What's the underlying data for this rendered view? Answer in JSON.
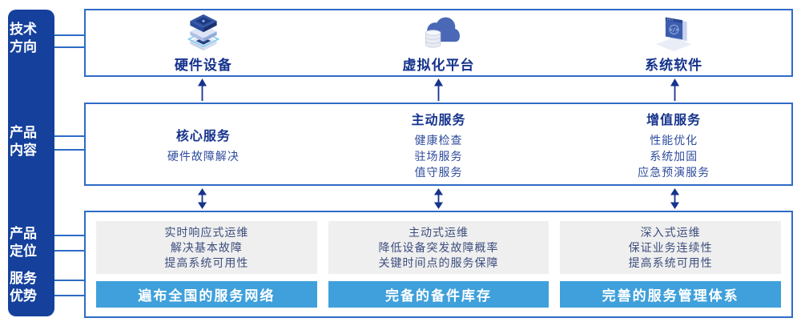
{
  "colors": {
    "sidebar_bg": "#15419C",
    "box_border": "#2E6BC5",
    "heading_text": "#15338C",
    "body_text": "#2F4C9C",
    "panel_bg": "#EFEFEF",
    "panel_text": "#3D4E7E",
    "advantage_bar_bg": "#3FA0DB",
    "advantage_bar_text": "#FFFFFF",
    "arrow": "#16348C"
  },
  "sidebar": {
    "items": [
      {
        "label": "技术方向"
      },
      {
        "label": "产品内容"
      },
      {
        "label": "产品定位"
      },
      {
        "label": "服务优势"
      }
    ]
  },
  "tech_row": {
    "items": [
      {
        "icon": "server-stack-icon",
        "label": "硬件设备"
      },
      {
        "icon": "cloud-database-icon",
        "label": "虚拟化平台"
      },
      {
        "icon": "code-window-icon",
        "label": "系统软件"
      }
    ]
  },
  "content_row": {
    "columns": [
      {
        "title": "核心服务",
        "items": [
          "硬件故障解决"
        ]
      },
      {
        "title": "主动服务",
        "items": [
          "健康检查",
          "驻场服务",
          "值守服务"
        ]
      },
      {
        "title": "增值服务",
        "items": [
          "性能优化",
          "系统加固",
          "应急预演服务"
        ]
      }
    ]
  },
  "positioning_row": {
    "columns": [
      {
        "points": [
          "实时响应式运维",
          "解决基本故障",
          "提高系统可用性"
        ],
        "advantage": "遍布全国的服务网络"
      },
      {
        "points": [
          "主动式运维",
          "降低设备突发故障概率",
          "关键时间点的服务保障"
        ],
        "advantage": "完备的备件库存"
      },
      {
        "points": [
          "深入式运维",
          "保证业务连续性",
          "提高系统可用性"
        ],
        "advantage": "完善的服务管理体系"
      }
    ]
  }
}
